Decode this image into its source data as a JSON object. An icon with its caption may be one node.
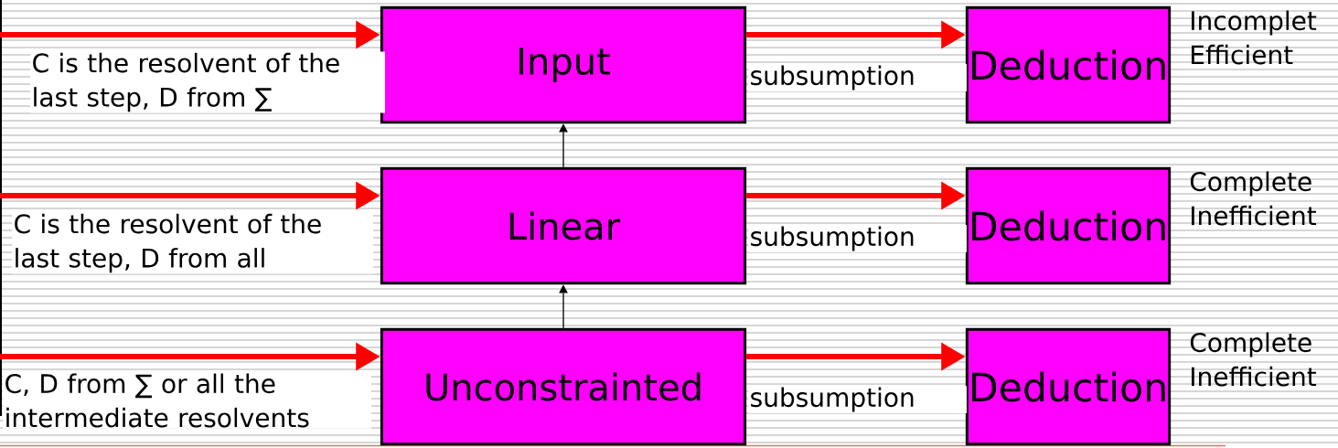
{
  "diagram": {
    "nodes": [
      {
        "text": [
          "Input"
        ]
      },
      {
        "text": [
          "Deduction"
        ],
        "beside": [
          "Incomplet",
          "Efficient"
        ]
      },
      {
        "text": [
          "Linear"
        ]
      },
      {
        "text": [
          "Deduction"
        ],
        "beside": [
          "Complete",
          "Inefficient"
        ]
      },
      {
        "text": [
          "Unconstrainted"
        ]
      },
      {
        "text": [
          "Deduction"
        ],
        "beside": [
          "Complete",
          "Inefficient"
        ]
      }
    ],
    "edges": [
      {
        "from": null,
        "to": 0,
        "arrow": "to",
        "label": "C is the resolvent of the last step, D from ∑"
      },
      {
        "from": 0,
        "to": 1,
        "arrow": "to",
        "label": "subsumption"
      },
      {
        "from": null,
        "to": 2,
        "arrow": "to",
        "label": "C is the resolvent of the last step, D from all"
      },
      {
        "from": 2,
        "to": 3,
        "arrow": "to",
        "label": "subsumption"
      },
      {
        "from": null,
        "to": 4,
        "arrow": "to",
        "label": "C, D from ∑ or all the intermediate resolvents"
      },
      {
        "from": 4,
        "to": 5,
        "arrow": "to",
        "label": "subsumption"
      },
      {
        "from": 2,
        "to": 0,
        "arrow": "to",
        "color": "#000000"
      },
      {
        "from": 4,
        "to": 2,
        "arrow": "to",
        "color": "#000000"
      }
    ]
  }
}
